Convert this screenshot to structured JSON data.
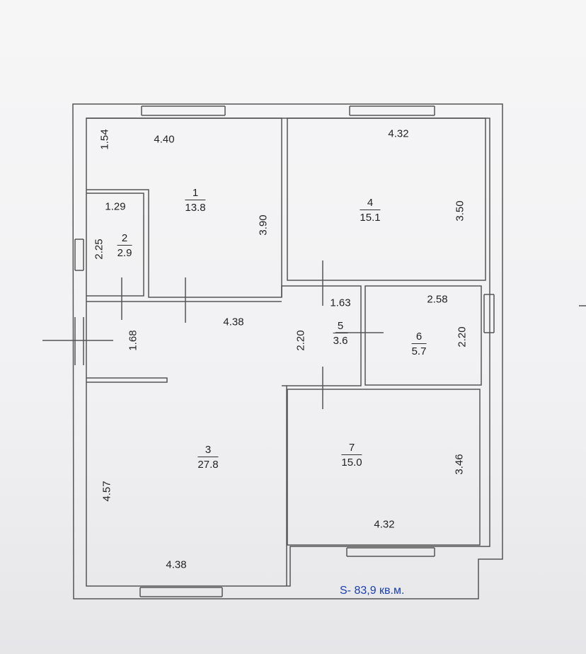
{
  "plan": {
    "total_area": "S- 83,9 кв.м.",
    "rooms": [
      {
        "id": "room-1",
        "number": "1",
        "area": "13.8"
      },
      {
        "id": "room-2",
        "number": "2",
        "area": "2.9"
      },
      {
        "id": "room-3",
        "number": "3",
        "area": "27.8"
      },
      {
        "id": "room-4",
        "number": "4",
        "area": "15.1"
      },
      {
        "id": "room-5",
        "number": "5",
        "area": "3.6"
      },
      {
        "id": "room-6",
        "number": "6",
        "area": "5.7"
      },
      {
        "id": "room-7",
        "number": "7",
        "area": "15.0"
      }
    ],
    "dimensions": {
      "r1_width": "4.40",
      "r1_top_depth": "1.54",
      "r1_height": "3.90",
      "r2_width": "1.29",
      "r2_height": "2.25",
      "r4_width": "4.32",
      "r4_height": "3.50",
      "hall_width": "4.38",
      "hall_height": "1.68",
      "r5_width": "1.63",
      "r5_height": "2.20",
      "r6_width": "2.58",
      "r6_height": "2.20",
      "r3_height": "4.57",
      "r3_width": "4.38",
      "r7_height": "3.46",
      "r7_width": "4.32"
    },
    "colors": {
      "wall": "#555555",
      "total_text": "#1a3fb0"
    }
  }
}
